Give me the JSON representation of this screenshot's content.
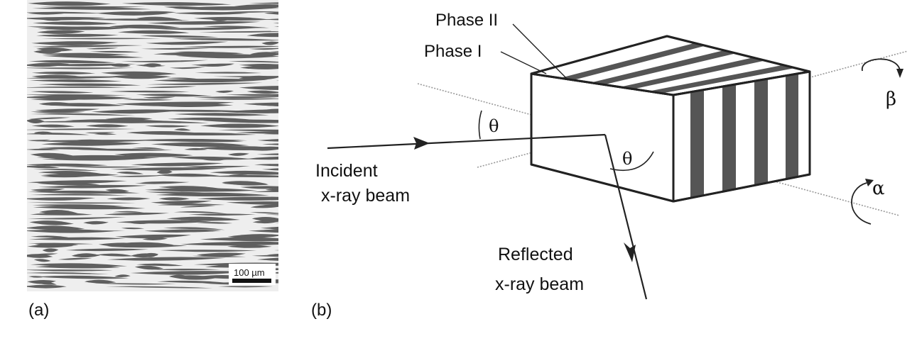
{
  "panel_a": {
    "label": "(a)",
    "scale_bar_text": "100 µm",
    "colors": {
      "background": "#eeeeee",
      "grain": "#5f5f5f"
    }
  },
  "panel_b": {
    "label": "(b)",
    "phase_ii": "Phase II",
    "phase_i": "Phase I",
    "incident_line1": "Incident",
    "incident_line2": "x-ray beam",
    "reflected_line1": "Reflected",
    "reflected_line2": "x-ray beam",
    "theta": "θ",
    "alpha": "α",
    "beta": "β",
    "colors": {
      "stripe": "#555555",
      "outline": "#222222",
      "axis": "#999999"
    }
  }
}
